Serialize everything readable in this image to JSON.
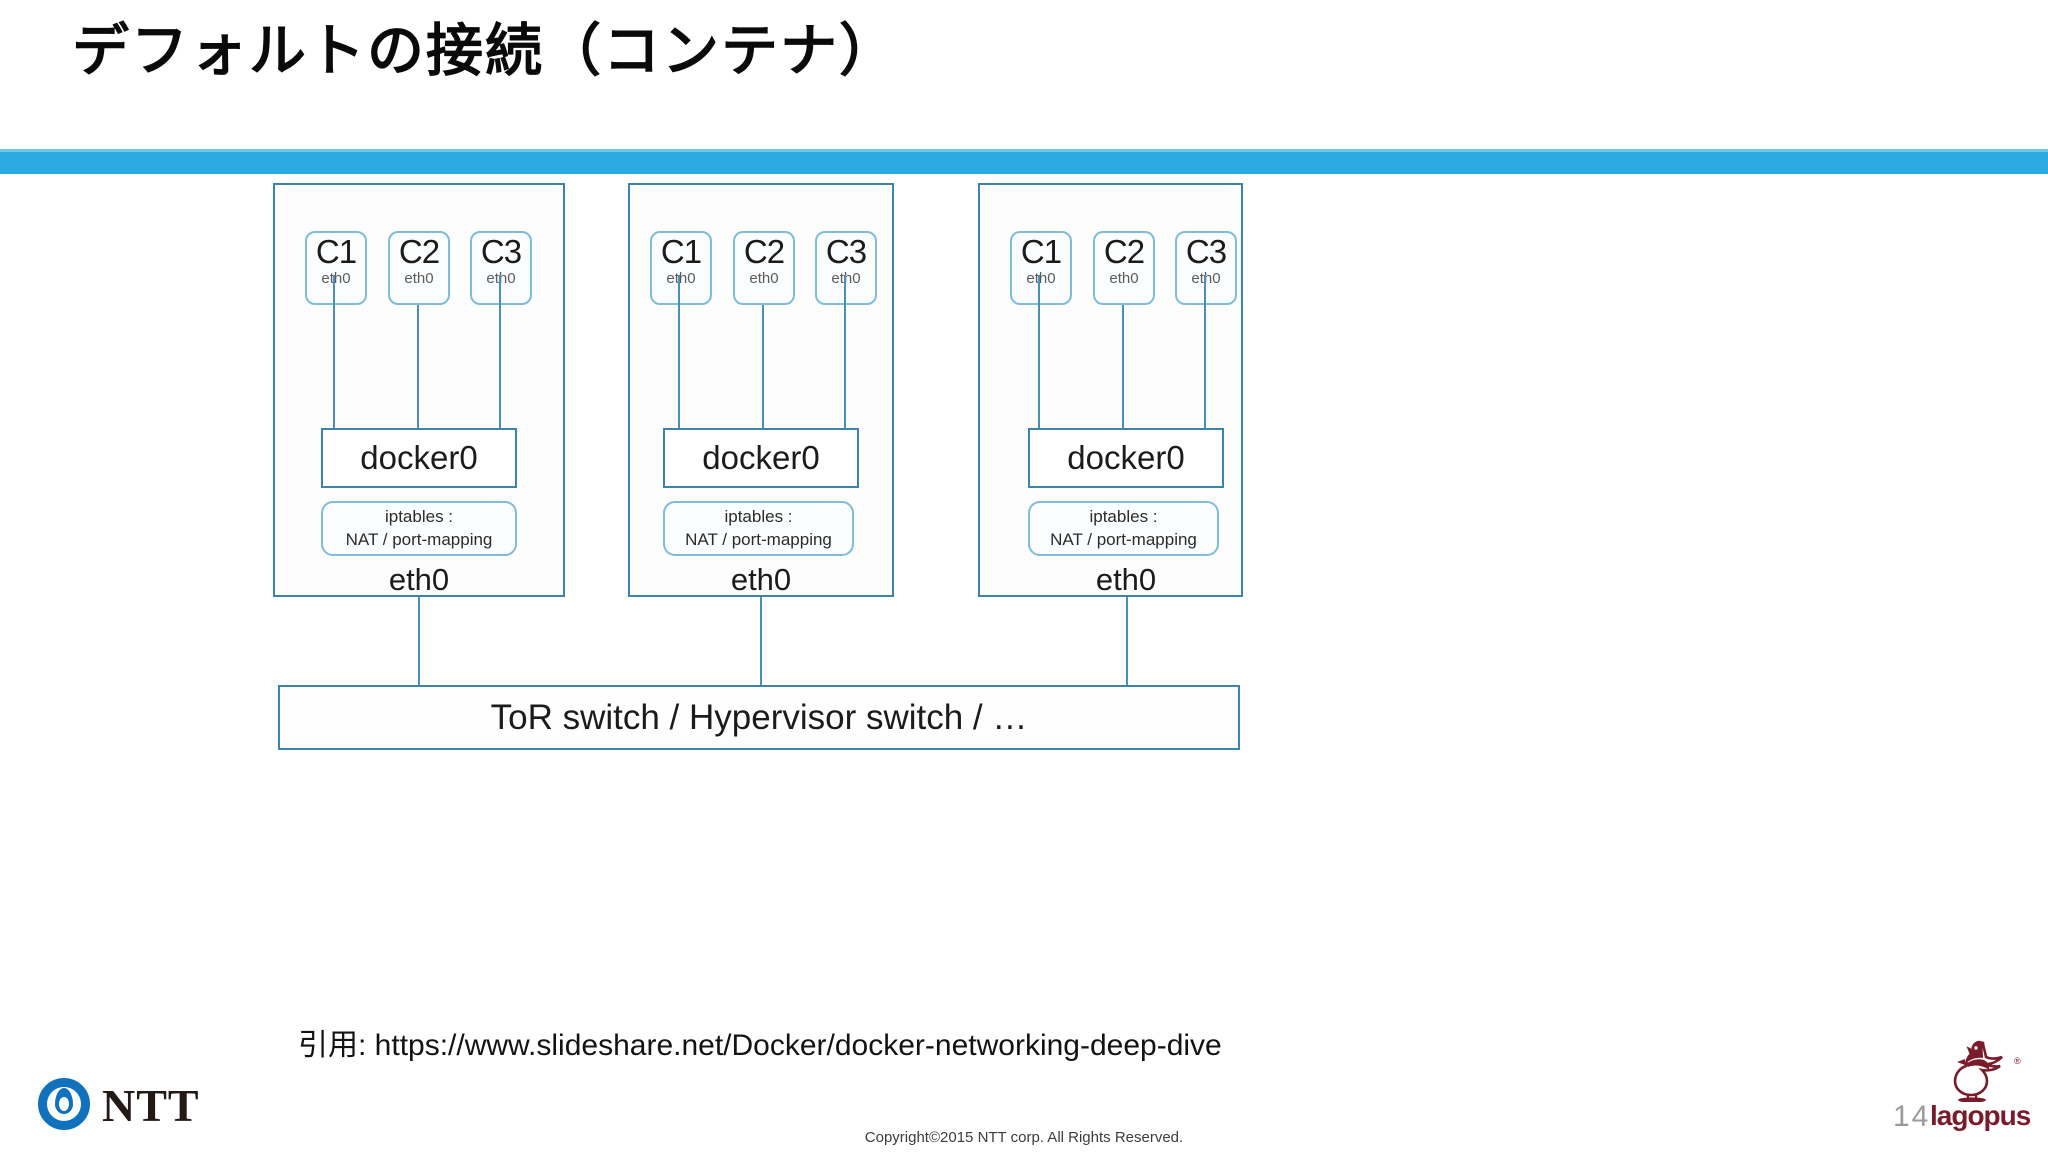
{
  "slide": {
    "title": "デフォルトの接続（コンテナ）",
    "accent_color": "#29abe2",
    "page_number": "14",
    "citation": "引用: https://www.slideshare.net/Docker/docker-networking-deep-dive",
    "copyright": "Copyright©2015  NTT corp. All Rights Reserved."
  },
  "diagram": {
    "container_label_eth": "eth0",
    "bridge_label": "docker0",
    "iptables_line1": "iptables :",
    "iptables_line2": "NAT / port-mapping",
    "host_nic_label": "eth0",
    "switch_label": "ToR switch / Hypervisor switch / …",
    "host_border_color": "#3d84ad",
    "container_border_color": "#7fbcdb",
    "link_color": "#4a90b5",
    "hosts": [
      {
        "containers": [
          {
            "name": "C1",
            "eth": "eth0"
          },
          {
            "name": "C2",
            "eth": "eth0"
          },
          {
            "name": "C3",
            "eth": "eth0"
          }
        ],
        "bridge": "docker0",
        "iptables_line1": "iptables :",
        "iptables_line2": "NAT / port-mapping",
        "nic": "eth0"
      },
      {
        "containers": [
          {
            "name": "C1",
            "eth": "eth0"
          },
          {
            "name": "C2",
            "eth": "eth0"
          },
          {
            "name": "C3",
            "eth": "eth0"
          }
        ],
        "bridge": "docker0",
        "iptables_line1": "iptables :",
        "iptables_line2": "NAT / port-mapping",
        "nic": "eth0"
      },
      {
        "containers": [
          {
            "name": "C1",
            "eth": "eth0"
          },
          {
            "name": "C2",
            "eth": "eth0"
          },
          {
            "name": "C3",
            "eth": "eth0"
          }
        ],
        "bridge": "docker0",
        "iptables_line1": "iptables :",
        "iptables_line2": "NAT / port-mapping",
        "nic": "eth0"
      }
    ]
  },
  "branding": {
    "ntt_text": "NTT",
    "ntt_color": "#1072bd",
    "lagopus_text": "lagopus",
    "lagopus_color": "#7a1b2b",
    "registered_mark": "®"
  }
}
